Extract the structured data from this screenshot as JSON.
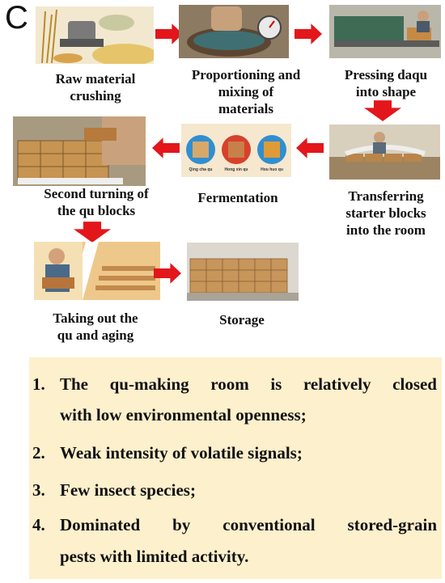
{
  "panel_label": "C",
  "steps": [
    {
      "id": "raw",
      "label_lines": [
        "Raw material",
        "crushing"
      ]
    },
    {
      "id": "mix",
      "label_lines": [
        "Proportioning and",
        "mixing of",
        "materials"
      ]
    },
    {
      "id": "press",
      "label_lines": [
        "Pressing daqu",
        "into shape"
      ]
    },
    {
      "id": "transfer",
      "label_lines": [
        "Transferring",
        "starter blocks",
        "into the room"
      ]
    },
    {
      "id": "ferment",
      "label_lines": [
        "Fermentation"
      ]
    },
    {
      "id": "turn",
      "label_lines": [
        "Second turning of",
        "the qu blocks"
      ]
    },
    {
      "id": "aging",
      "label_lines": [
        "Taking out the",
        "qu  and aging"
      ]
    },
    {
      "id": "storage",
      "label_lines": [
        "Storage"
      ]
    }
  ],
  "fermentation_sublabels": [
    "Qing cha qu",
    "Hong xin qu",
    "Hou huo qu"
  ],
  "colors": {
    "arrow": "#e3161b",
    "notes_bg": "#fdf0cc"
  },
  "notes": [
    {
      "num": "1.",
      "line1": "The qu-making room is relatively closed",
      "line2": "with low environmental openness;"
    },
    {
      "num": "2.",
      "line1": "Weak intensity of volatile signals;"
    },
    {
      "num": "3.",
      "line1": "Few insect species;"
    },
    {
      "num": "4.",
      "line1": "Dominated by conventional stored-grain",
      "line2": "pests with limited activity."
    }
  ]
}
